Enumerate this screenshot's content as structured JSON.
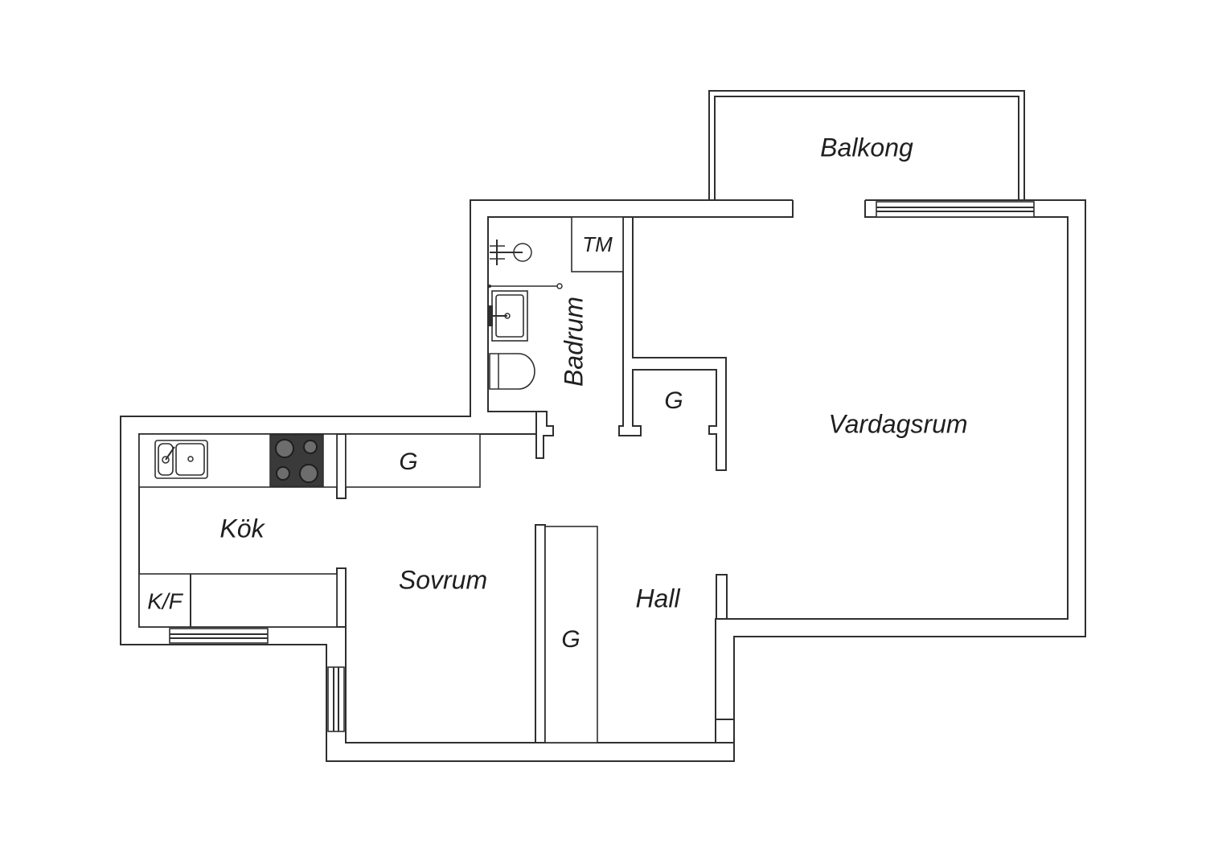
{
  "floorplan": {
    "rooms": {
      "balkong": "Balkong",
      "tm": "TM",
      "badrum": "Badrum",
      "g_hall_closet": "G",
      "vardagsrum": "Vardagsrum",
      "g_kitchen": "G",
      "kok": "Kök",
      "sovrum": "Sovrum",
      "kf": "K/F",
      "hall": "Hall",
      "g_wardrobe": "G"
    }
  }
}
